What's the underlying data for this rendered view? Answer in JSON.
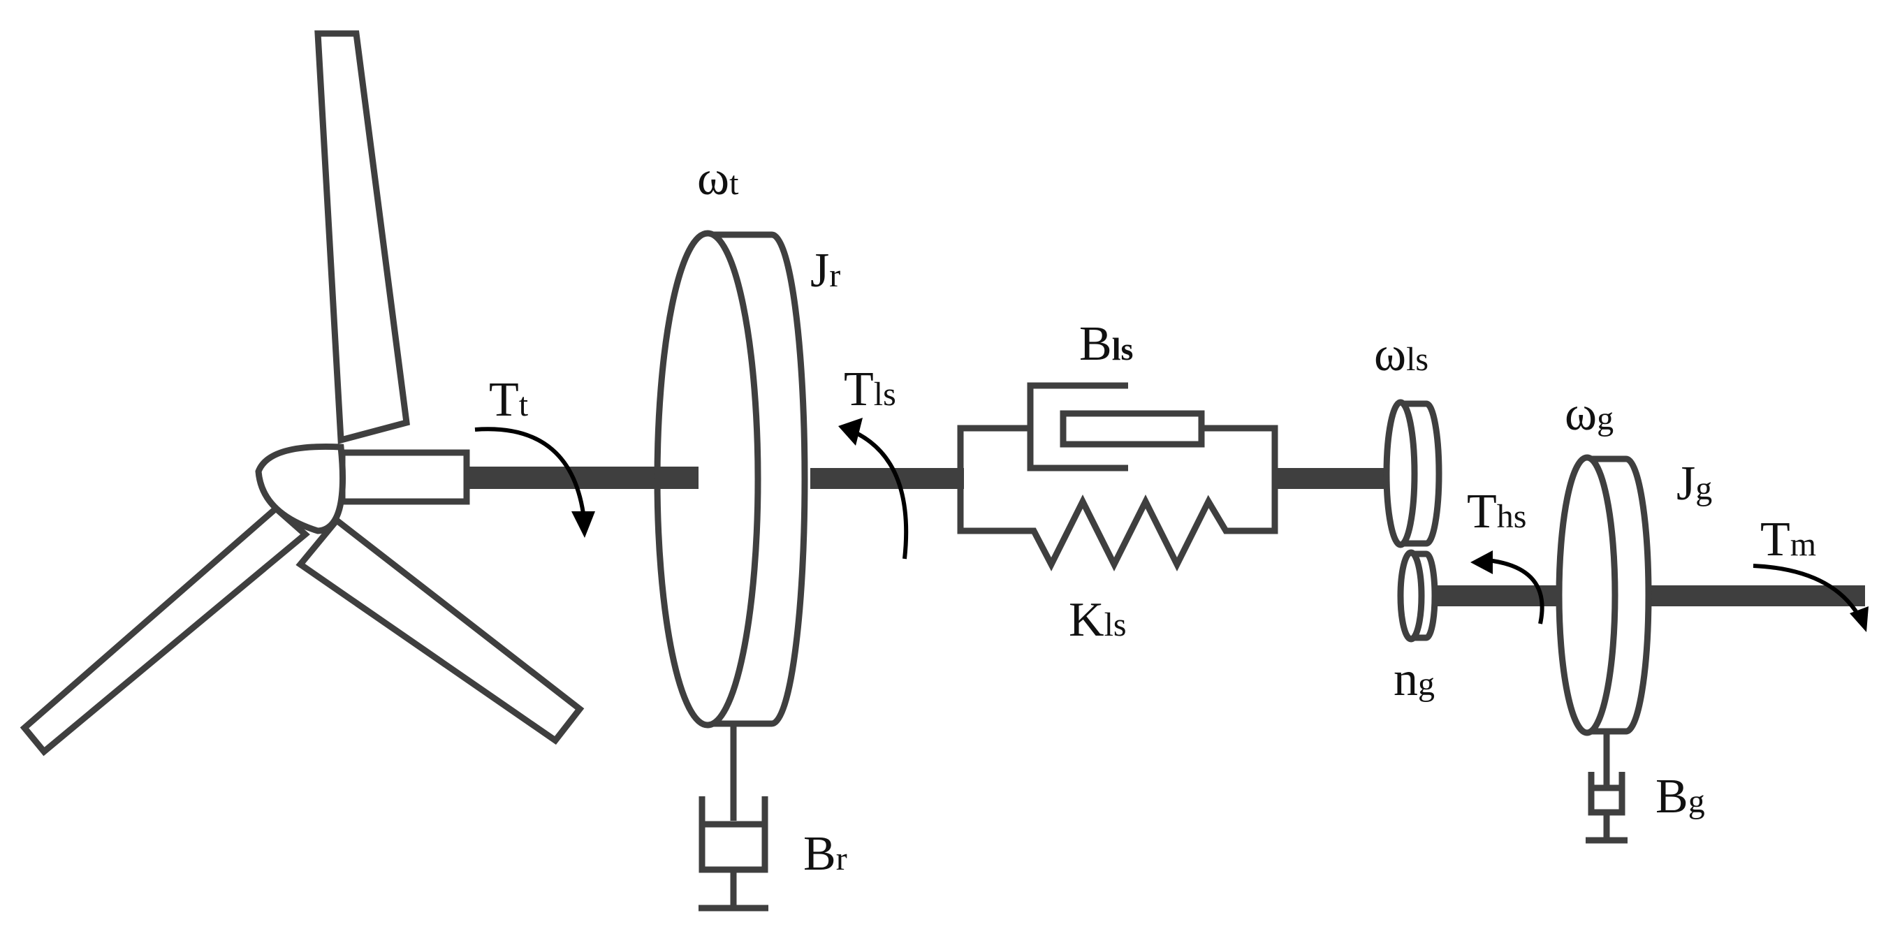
{
  "labels": {
    "omega_t": {
      "main": "ω",
      "sub": "t"
    },
    "J_r": {
      "main": "J",
      "sub": "r"
    },
    "T_t": {
      "main": "T",
      "sub": "t"
    },
    "T_ls": {
      "main": "T",
      "sub": "ls"
    },
    "B_ls": {
      "main": "B",
      "sub": "ls"
    },
    "K_ls": {
      "main": "K",
      "sub": "ls"
    },
    "B_r": {
      "main": "B",
      "sub": "r"
    },
    "omega_ls": {
      "main": "ω",
      "sub": "ls"
    },
    "omega_g": {
      "main": "ω",
      "sub": "g"
    },
    "J_g": {
      "main": "J",
      "sub": "g"
    },
    "T_hs": {
      "main": "T",
      "sub": "hs"
    },
    "T_m": {
      "main": "T",
      "sub": "m"
    },
    "n_g": {
      "main": "n",
      "sub": "g"
    },
    "B_g": {
      "main": "B",
      "sub": "g"
    }
  },
  "colors": {
    "line": "#3f3f3f",
    "arrow": "#000000",
    "background": "#ffffff"
  }
}
